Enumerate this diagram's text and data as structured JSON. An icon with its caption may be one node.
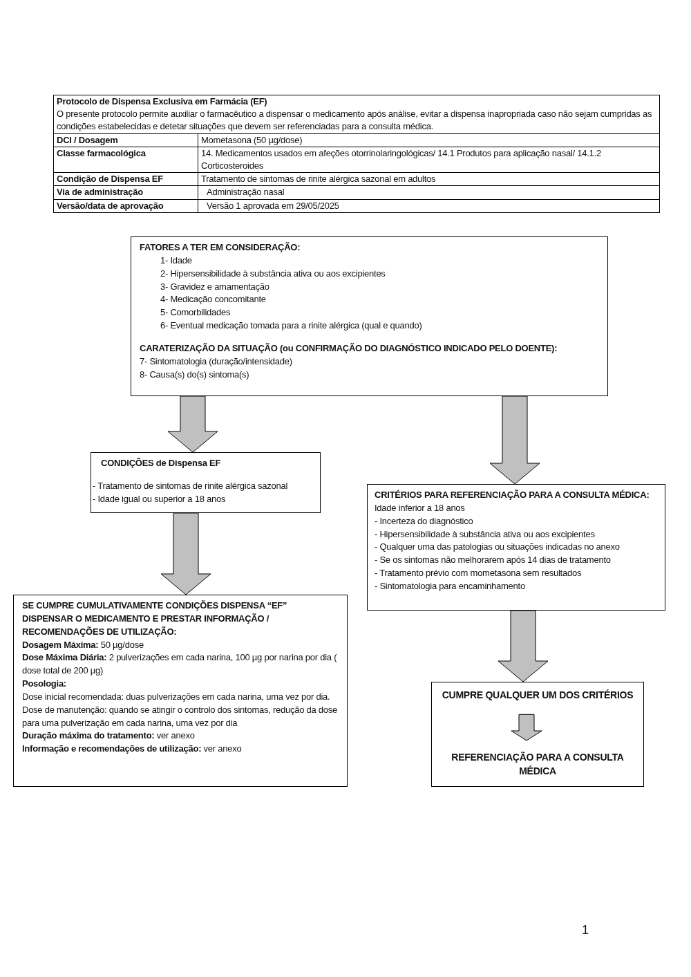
{
  "diagram": {
    "nodes": [
      {
        "text": [
          "FATORES A TER EM CONSIDERAÇÃO:",
          "1- Idade",
          "2- Hipersensibilidade à substância ativa ou aos excipientes",
          "3- Gravidez e amamentação",
          "4- Medicação concomitante",
          "5- Comorbilidades",
          "6- Eventual medicação tomada para a rinite alérgica (qual e quando)",
          "CARATERIZAÇÃO DA SITUAÇÃO (ou CONFIRMAÇÃO DO DIAGNÓSTICO INDICADO PELO DOENTE):",
          "7- Sintomatologia (duração/intensidade)",
          "8- Causa(s) do(s) sintoma(s)"
        ]
      },
      {
        "text": [
          "CONDIÇÕES de Dispensa EF",
          "- Tratamento de sintomas de rinite alérgica sazonal",
          "- Idade igual ou superior a 18 anos"
        ]
      },
      {
        "text": [
          "CRITÉRIOS PARA REFERENCIAÇÃO PARA A CONSULTA MÉDICA:",
          "Idade inferior a 18 anos",
          "- Incerteza do diagnóstico",
          "- Hipersensibilidade à substância ativa ou aos excipientes",
          "- Qualquer uma das patologias ou situações indicadas no anexo",
          "- Se os sintomas não melhorarem após 14 dias de tratamento",
          "- Tratamento prévio com mometasona sem resultados",
          "- Sintomatologia para encaminhamento"
        ]
      },
      {
        "text": [
          "SE CUMPRE CUMULATIVAMENTE CONDIÇÕES DISPENSA “EF” DISPENSAR O MEDICAMENTO E PRESTAR INFORMAÇÃO / RECOMENDAÇÕES DE UTILIZAÇÃO:",
          "**Dosagem Máxima:** 50 µg/dose",
          "**Dose Máxima Diária:** 2 pulverizações em cada narina, 100 µg por narina por dia ( dose total de 200 µg)",
          "Posologia:",
          "Dose inicial recomendada: duas pulverizações em cada narina, uma vez por dia.",
          "Dose de manutenção: quando se atingir o controlo dos sintomas, redução da dose para uma pulverização em cada narina, uma vez por dia",
          "**Duração máxima do tratamento:** ver anexo",
          "**Informação e recomendações de utilização:** ver anexo"
        ]
      },
      {
        "text": [],
        "shape": "box"
      },
      {
        "text": [
          "CUMPRE QUALQUER UM DOS CRITÉRIOS"
        ],
        "in": 4
      },
      {
        "text": [
          "REFERENCIAÇÃO PARA A CONSULTA MÉDICA"
        ],
        "in": 4
      }
    ],
    "edges": [
      {
        "from": 0,
        "to": 1,
        "arrow": "to"
      },
      {
        "from": 0,
        "to": 2,
        "arrow": "to"
      },
      {
        "from": 1,
        "to": 3,
        "arrow": "to"
      },
      {
        "from": 2,
        "to": 4,
        "arrow": "to"
      },
      {
        "from": 5,
        "to": 6,
        "arrow": "to"
      }
    ],
    "labels": [
      "Protocolo de Dispensa Exclusiva em Farmácia (EF)",
      "O presente protocolo permite auxiliar o farmacêutico a dispensar o medicamento após análise, evitar a dispensa inapropriada caso não sejam cumpridas as condições estabelecidas e detetar situações que devem ser referenciadas para a consulta médica.",
      "DCI / Dosagem",
      "Mometasona (50 µg/dose)",
      "Classe farmacológica",
      "14. Medicamentos usados em afeções otorrinolaringológicas/ 14.1 Produtos para aplicação nasal/ 14.1.2 Corticosteroides",
      "Condição de Dispensa EF",
      "Tratamento de sintomas de rinite alérgica sazonal em adultos",
      "Via de administração",
      "Administração nasal",
      "Versão/data de aprovação",
      "Versão 1 aprovada em 29/05/2025",
      "1"
    ]
  }
}
